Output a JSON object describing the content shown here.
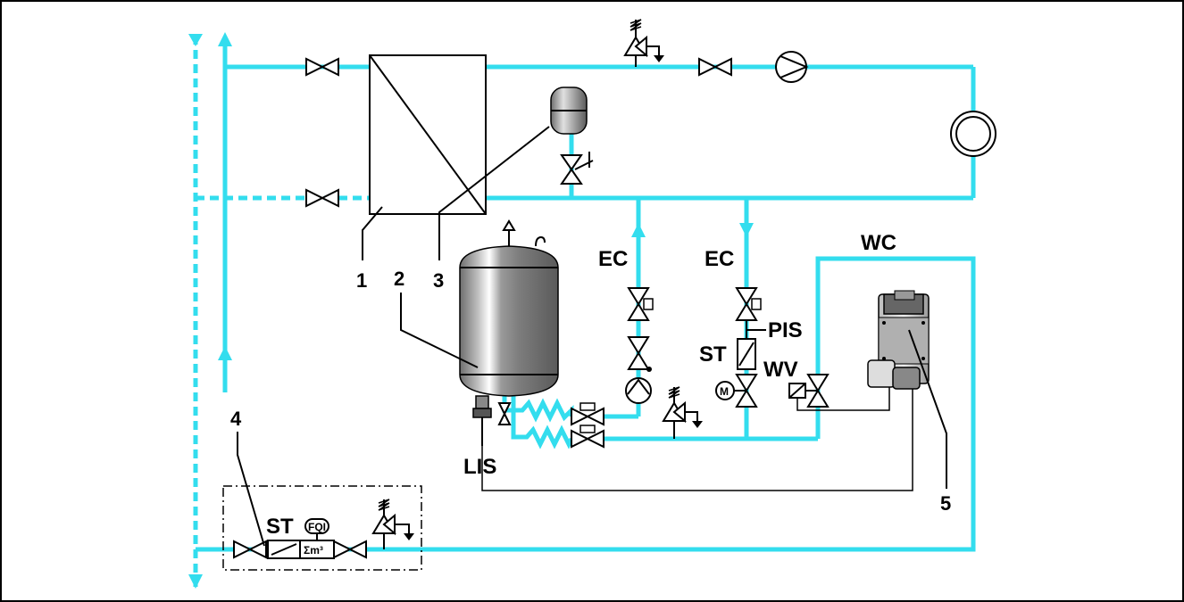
{
  "labels": {
    "ec_left": "EC",
    "ec_right": "EC",
    "wc": "WC",
    "pis": "PIS",
    "st_mid": "ST",
    "wv": "WV",
    "lis": "LIS",
    "st_bottom": "ST",
    "fqi": "FQI",
    "meter": "Σm³"
  },
  "callouts": [
    "1",
    "2",
    "3",
    "4",
    "5"
  ],
  "colors": {
    "pipe": "#33ddee",
    "line": "#000000",
    "vessel": "#8a8a8a"
  },
  "icons": [
    "valve-icon",
    "pump-icon",
    "safety-valve-icon",
    "heat-exchanger-icon",
    "expansion-vessel-icon",
    "consumer-icon",
    "solenoid-valve-icon",
    "motor-valve-icon",
    "strainer-icon",
    "flow-meter-icon",
    "control-unit-icon"
  ]
}
